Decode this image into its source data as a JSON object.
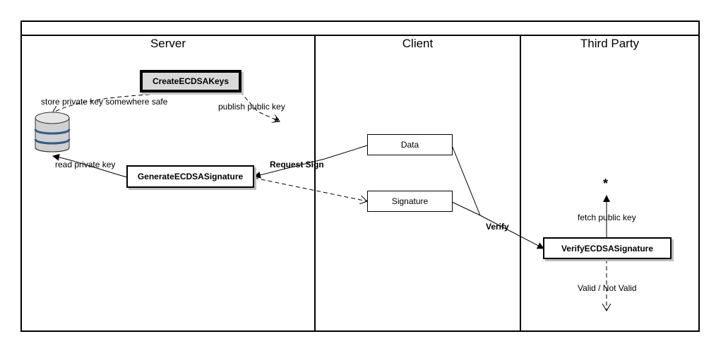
{
  "lanes": [
    {
      "title": "Server"
    },
    {
      "title": "Client"
    },
    {
      "title": "Third Party"
    }
  ],
  "nodes": {
    "create_keys": "CreateECDSAKeys",
    "generate_signature": "GenerateECDSASignature",
    "data": "Data",
    "signature": "Signature",
    "verify_signature": "VerifyECDSASignature"
  },
  "edge_labels": {
    "store_private_key": "store private key somewhere safe",
    "publish_public_key": "publish public key",
    "read_private_key": "read private key",
    "request_sign": "Request Sign",
    "verify": "Verify",
    "fetch_public_key": "fetch public key",
    "valid_not_valid": "Valid / Not Valid",
    "publish_target": "*",
    "fetch_target": "*"
  },
  "icons": {
    "database": "database-icon"
  },
  "colors": {
    "database_fill": "#d0d0d0",
    "database_band": "#2e5c8a",
    "box_heavy_fill": "#d9d9d9"
  }
}
